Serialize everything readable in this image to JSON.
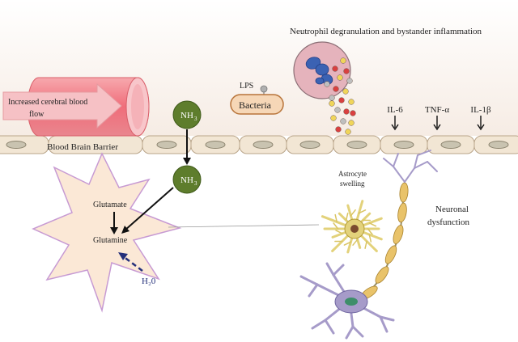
{
  "labels": {
    "neutrophil_title": "Neutrophil degranulation and bystander inflammation",
    "blood_flow": [
      "Increased cerebral blood",
      "flow"
    ],
    "bbb": "Blood Brain Barrier",
    "lps": "LPS",
    "bacteria": "Bacteria",
    "nh3_top": "NH",
    "nh3_top_sub": "3",
    "nh3_bottom": "NH",
    "nh3_bottom_sub": "3",
    "glutamate": "Glutamate",
    "glutamine": "Glutamine",
    "h2o": "H₂0",
    "astrocyte": [
      "Astrocyte",
      "swelling"
    ],
    "neuronal": [
      "Neuronal",
      "dysfunction"
    ]
  },
  "cytokines": [
    {
      "name": "IL-6"
    },
    {
      "name": "TNF-α"
    },
    {
      "name": "IL-1β"
    }
  ],
  "colors": {
    "endothelium": "#f2e6d4",
    "endothelium_border": "#b9a58a",
    "nucleus": "#c9c3b0",
    "nh3_fill": "#5e7d2c",
    "cylinder": "#f08b93",
    "arrow": "#f5b8bd",
    "star_fill": "#fbe8d6",
    "star_stroke": "#c79ad3",
    "neutrophil": "#e5b3bc",
    "astrocyte": "#e3d27b",
    "neuron": "#a69bc9",
    "axon": "#e9c36a",
    "water_arrow": "#232f7a"
  }
}
